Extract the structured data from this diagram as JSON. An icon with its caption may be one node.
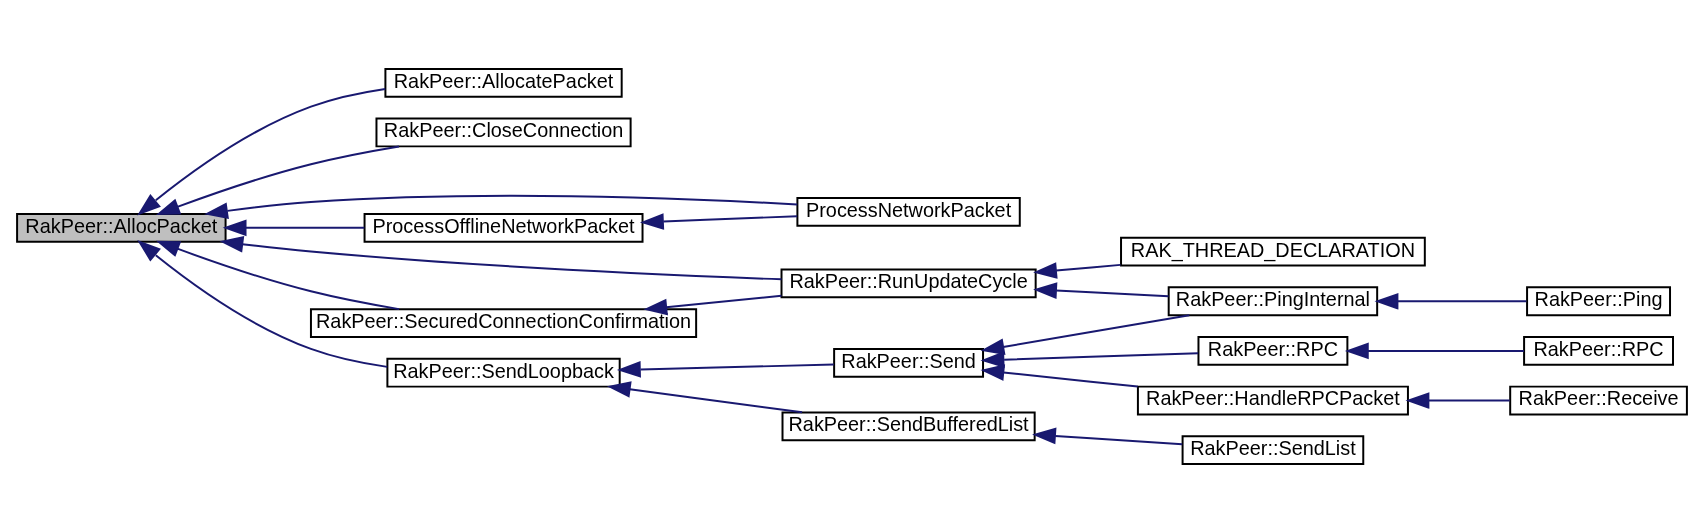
{
  "diagram": {
    "nodes": [
      {
        "text": [
          "RakPeer::AllocPacket"
        ]
      },
      {
        "text": [
          "RakPeer::AllocatePacket"
        ]
      },
      {
        "text": [
          "RakPeer::CloseConnection"
        ]
      },
      {
        "text": [
          "ProcessNetworkPacket"
        ]
      },
      {
        "text": [
          "ProcessOfflineNetworkPacket"
        ]
      },
      {
        "text": [
          "RakPeer::RunUpdateCycle"
        ]
      },
      {
        "text": [
          "RakPeer::SecuredConnectionConfirmation"
        ]
      },
      {
        "text": [
          "RakPeer::SendLoopback"
        ]
      },
      {
        "text": [
          "RAK_THREAD_DECLARATION"
        ]
      },
      {
        "text": [
          "RakPeer::SendBufferedList"
        ]
      },
      {
        "text": [
          "RakPeer::SendList"
        ]
      },
      {
        "text": [
          "RakPeer::Send"
        ]
      },
      {
        "text": [
          "RakPeer::PingInternal"
        ]
      },
      {
        "text": [
          "RakPeer::Ping"
        ]
      },
      {
        "text": [
          "RakPeer::RPC"
        ]
      },
      {
        "text": [
          "RakPeer::RPC"
        ]
      },
      {
        "text": [
          "RakPeer::HandleRPCPacket"
        ]
      },
      {
        "text": [
          "RakPeer::Receive"
        ]
      }
    ],
    "edges": [
      {
        "from": 1,
        "to": 0,
        "arrow": "to"
      },
      {
        "from": 2,
        "to": 0,
        "arrow": "to"
      },
      {
        "from": 3,
        "to": 0,
        "arrow": "to"
      },
      {
        "from": 4,
        "to": 0,
        "arrow": "to"
      },
      {
        "from": 5,
        "to": 0,
        "arrow": "to"
      },
      {
        "from": 6,
        "to": 0,
        "arrow": "to"
      },
      {
        "from": 7,
        "to": 0,
        "arrow": "to"
      },
      {
        "from": 3,
        "to": 4,
        "arrow": "to"
      },
      {
        "from": 5,
        "to": 6,
        "arrow": "to"
      },
      {
        "from": 8,
        "to": 5,
        "arrow": "to"
      },
      {
        "from": 9,
        "to": 7,
        "arrow": "to"
      },
      {
        "from": 11,
        "to": 7,
        "arrow": "to"
      },
      {
        "from": 10,
        "to": 9,
        "arrow": "to"
      },
      {
        "from": 12,
        "to": 5,
        "arrow": "to"
      },
      {
        "from": 12,
        "to": 11,
        "arrow": "to"
      },
      {
        "from": 14,
        "to": 11,
        "arrow": "to"
      },
      {
        "from": 16,
        "to": 11,
        "arrow": "to"
      },
      {
        "from": 13,
        "to": 12,
        "arrow": "to"
      },
      {
        "from": 15,
        "to": 14,
        "arrow": "to"
      },
      {
        "from": 17,
        "to": 16,
        "arrow": "to"
      }
    ]
  }
}
